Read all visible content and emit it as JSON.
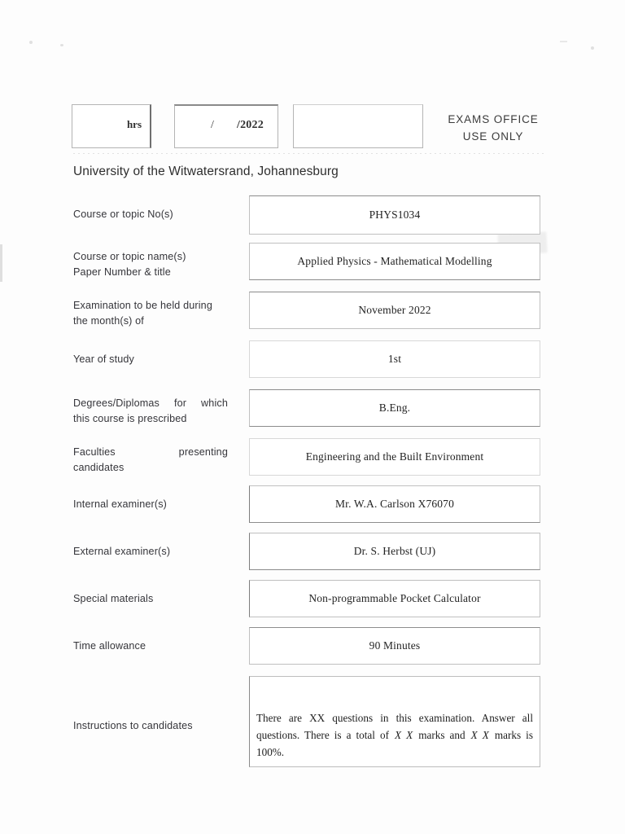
{
  "header": {
    "hrs_label": "hrs",
    "date_separator": "/",
    "date_year": "/2022",
    "blank_box_value": "",
    "exams_office_line1": "EXAMS OFFICE",
    "exams_office_line2": "USE ONLY"
  },
  "university": "University of the Witwatersrand, Johannesburg",
  "rows": [
    {
      "label": "Course or topic No(s)",
      "value": "PHYS1034"
    },
    {
      "label_line1": "Course or topic name(s)",
      "label_line2": "Paper Number & title",
      "value": "Applied Physics - Mathematical Modelling"
    },
    {
      "label_line1": "Examination to be held during",
      "label_line2": "the month(s) of",
      "value": "November 2022"
    },
    {
      "label": "Year of study",
      "value": "1st"
    },
    {
      "label_line1": "Degrees/Diplomas for which",
      "label_line2": "this course is prescribed",
      "value": "B.Eng."
    },
    {
      "label_line1": "Faculties presenting",
      "label_line2": "candidates",
      "value": "Engineering and the Built Environment"
    },
    {
      "label": "Internal examiner(s)",
      "value": "Mr. W.A. Carlson X76070"
    },
    {
      "label": "External examiner(s)",
      "value": "Dr. S. Herbst (UJ)"
    },
    {
      "label": "Special materials",
      "value": "Non-programmable Pocket Calculator"
    },
    {
      "label": "Time allowance",
      "value": "90 Minutes"
    }
  ],
  "instructions": {
    "label": "Instructions to candidates",
    "part1": "There are XX questions in this examination. Answer all questions. There is a total of ",
    "var1": "X X",
    "part2": " marks and ",
    "var2": "X X",
    "part3": " marks is 100%."
  }
}
